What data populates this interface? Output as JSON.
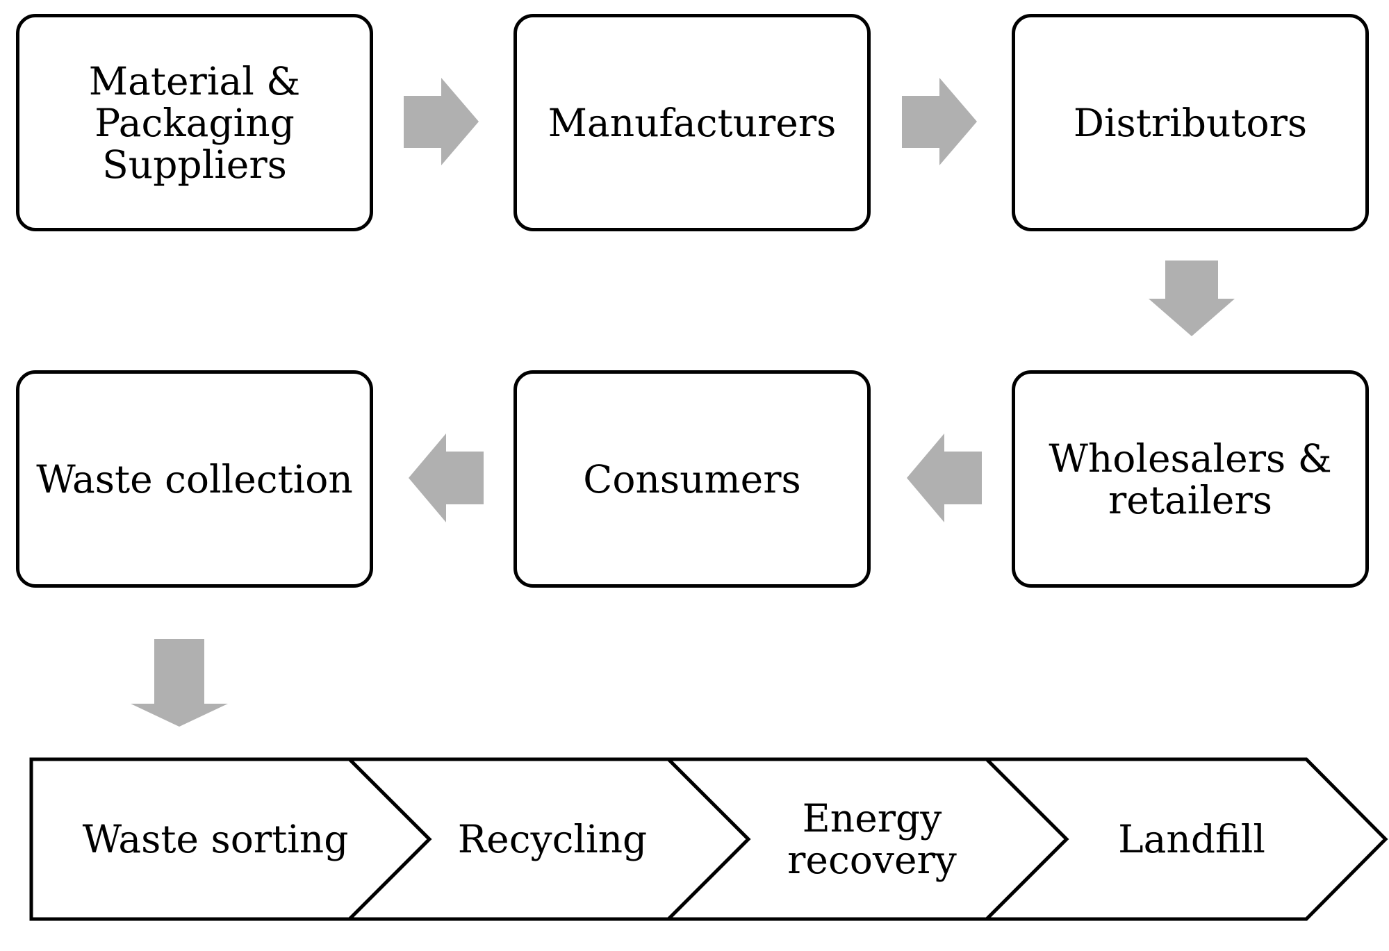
{
  "diagram": {
    "stages": [
      {
        "id": "suppliers",
        "label": "Material &\nPackaging\nSuppliers"
      },
      {
        "id": "manufacturers",
        "label": "Manufacturers"
      },
      {
        "id": "distributors",
        "label": "Distributors"
      },
      {
        "id": "wholesalers",
        "label": "Wholesalers &\nretailers"
      },
      {
        "id": "consumers",
        "label": "Consumers"
      },
      {
        "id": "waste-collection",
        "label": "Waste collection"
      }
    ],
    "end_of_life": [
      {
        "id": "waste-sorting",
        "label": "Waste sorting"
      },
      {
        "id": "recycling",
        "label": "Recycling"
      },
      {
        "id": "energy-recovery",
        "label": "Energy\nrecovery"
      },
      {
        "id": "landfill",
        "label": "Landfill"
      }
    ],
    "colors": {
      "arrow": "#b0b0b0",
      "border": "#000000",
      "fill": "#ffffff"
    }
  }
}
